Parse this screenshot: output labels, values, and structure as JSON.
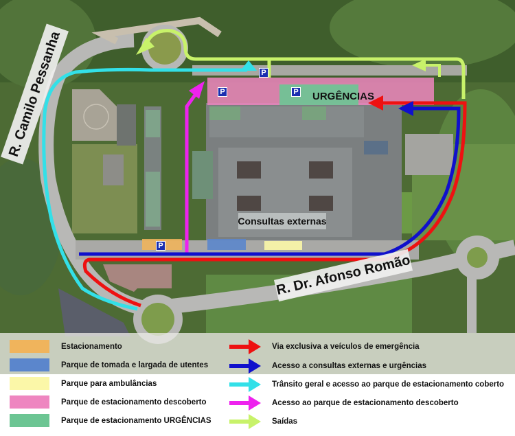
{
  "map": {
    "streets": {
      "camilo": "R. Camilo Pessanha",
      "afonso": "R. Dr. Afonso Romão"
    },
    "labels": {
      "urgencias": "URGÊNCIAS",
      "consultas": "Consultas externas"
    },
    "parking_badge": "P"
  },
  "legend": {
    "areas": [
      {
        "label": "Estacionamento",
        "color": "#f0b45c"
      },
      {
        "label": "Parque de tomada e largada de utentes",
        "color": "#5b86cc"
      },
      {
        "label": "Parque para ambulâncias",
        "color": "#fbf7a8"
      },
      {
        "label": "Parque de estacionamento descoberto",
        "color": "#ee86c0"
      },
      {
        "label": "Parque de estacionamento URGÊNCIAS",
        "color": "#6cc593"
      }
    ],
    "routes": [
      {
        "label": "Via exclusiva a veículos de emergência",
        "color": "#ee1111"
      },
      {
        "label": "Acesso a consultas externas e urgências",
        "color": "#1010cc"
      },
      {
        "label": "Trânsito geral e acesso ao parque de estacionamento coberto",
        "color": "#33e0e8"
      },
      {
        "label": "Acesso ao parque de estacionamento descoberto",
        "color": "#ee22ee"
      },
      {
        "label": "Saídas",
        "color": "#c8f26a"
      }
    ]
  }
}
